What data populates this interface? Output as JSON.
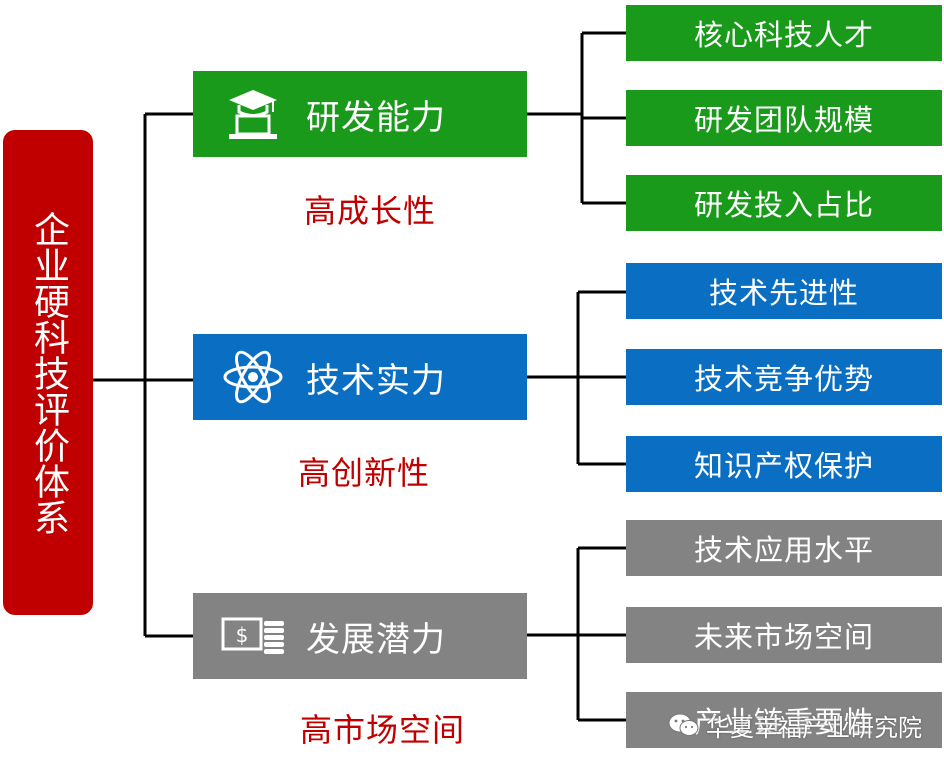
{
  "root": {
    "label": "企业硬科技评价体系",
    "color": "#c00000"
  },
  "categories": [
    {
      "label": "研发能力",
      "subtitle": "高成长性",
      "icon": "graduation-laptop-icon",
      "color": "#1a9a1a",
      "items": [
        "核心科技人才",
        "研发团队规模",
        "研发投入占比"
      ]
    },
    {
      "label": "技术实力",
      "subtitle": "高创新性",
      "icon": "atom-icon",
      "color": "#0a6fc2",
      "items": [
        "技术先进性",
        "技术竞争优势",
        "知识产权保护"
      ]
    },
    {
      "label": "发展潜力",
      "subtitle": "高市场空间",
      "icon": "money-coins-icon",
      "color": "#838383",
      "items": [
        "技术应用水平",
        "未来市场空间",
        "产业链重要性"
      ]
    }
  ],
  "watermark": {
    "text": "华夏幸福产业研究院",
    "icon": "wechat-icon"
  }
}
